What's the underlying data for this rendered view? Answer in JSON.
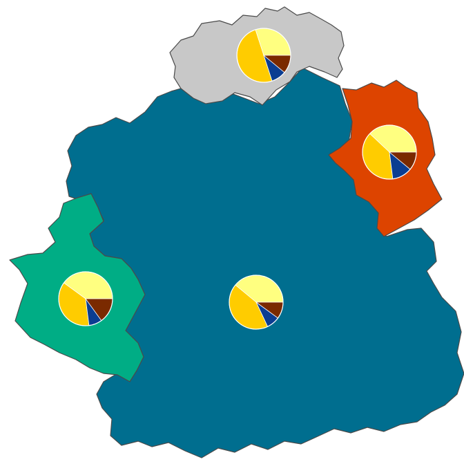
{
  "colors": {
    "background": "#ffffff",
    "border": "#4a4a4a"
  },
  "slice_colors": [
    "#ffff80",
    "#ffcc00",
    "#0b3d91",
    "#7a2a00"
  ],
  "regions": [
    {
      "id": "north",
      "fill": "#c8c8c8"
    },
    {
      "id": "central",
      "fill": "#006e8f"
    },
    {
      "id": "east",
      "fill": "#dd4400"
    },
    {
      "id": "west",
      "fill": "#00ad85"
    }
  ],
  "chart_data": {
    "type": "pie",
    "categories": [
      "",
      "",
      "",
      ""
    ],
    "series": [
      {
        "region": "north",
        "values": [
          0.3,
          0.5,
          0.09,
          0.11
        ]
      },
      {
        "region": "east",
        "values": [
          0.38,
          0.39,
          0.12,
          0.11
        ]
      },
      {
        "region": "west",
        "values": [
          0.4,
          0.37,
          0.08,
          0.15
        ]
      },
      {
        "region": "central",
        "values": [
          0.39,
          0.43,
          0.08,
          0.1
        ]
      }
    ]
  }
}
